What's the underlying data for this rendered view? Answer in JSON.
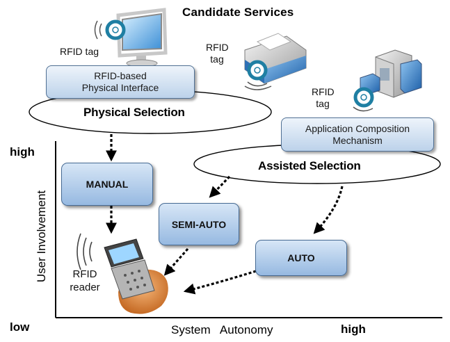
{
  "title": "Candidate Services",
  "tags": {
    "monitor_tag": "RFID tag",
    "printer_tag_line1": "RFID",
    "printer_tag_line2": "tag",
    "server_tag_line1": "RFID",
    "server_tag_line2": "tag"
  },
  "physical_interface": {
    "line1": "RFID-based",
    "line2": "Physical Interface"
  },
  "physical_selection": "Physical Selection",
  "app_composition": {
    "line1": "Application Composition",
    "line2": "Mechanism"
  },
  "assisted_selection": "Assisted Selection",
  "modes": {
    "manual": "MANUAL",
    "semi_auto": "SEMI-AUTO",
    "auto": "AUTO"
  },
  "reader": {
    "line1": "RFID",
    "line2": "reader"
  },
  "axes": {
    "y_label": "User Involvement",
    "y_high": "high",
    "y_low": "low",
    "x_label": "System   Autonomy",
    "x_high": "high"
  },
  "colors": {
    "box_fill_top": "#d7e6f6",
    "box_fill_bottom": "#96b9e1",
    "tag_ring": "#1f7fa3"
  },
  "icons": [
    "monitor-icon",
    "printer-icon",
    "server-icon",
    "rfid-tag-icon",
    "phone-icon",
    "hand-icon"
  ]
}
